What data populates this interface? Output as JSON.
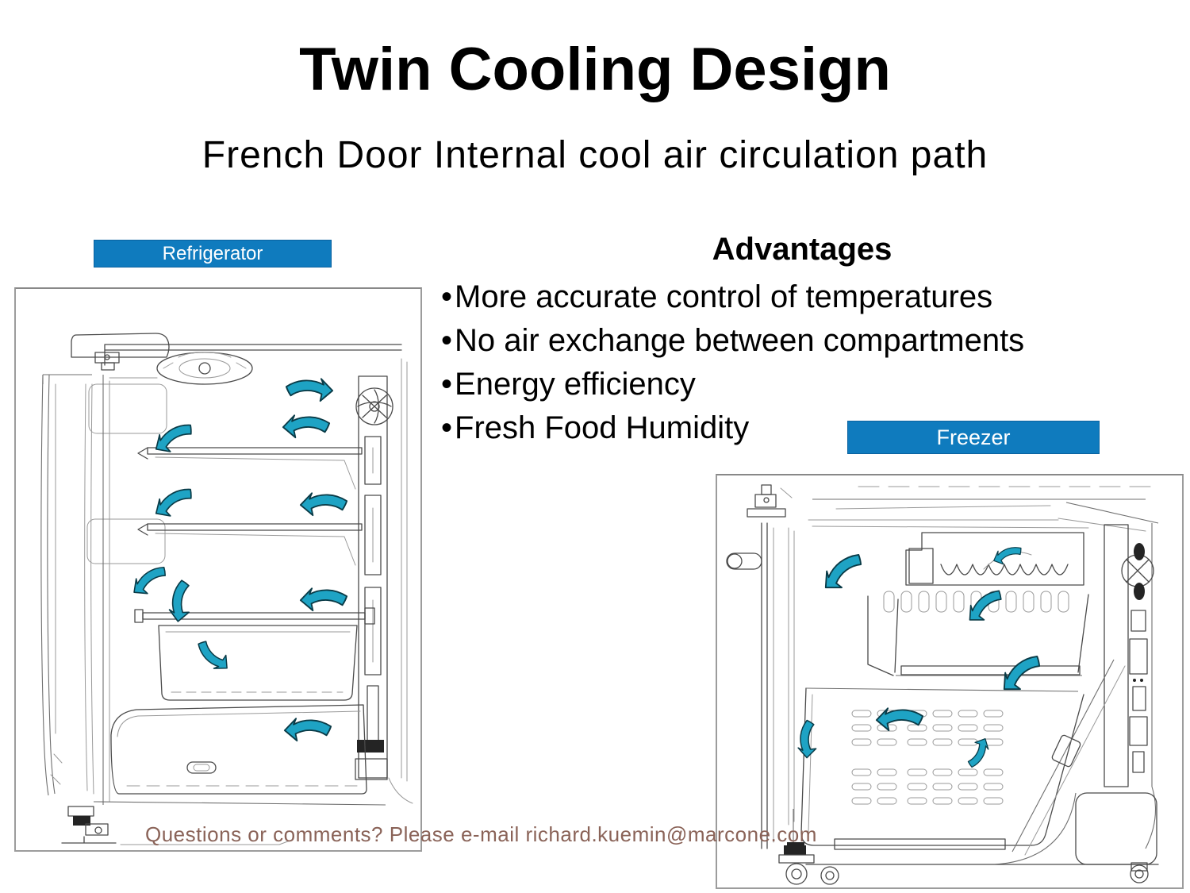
{
  "slide": {
    "title": "Twin Cooling Design",
    "subtitle": "French Door Internal cool air circulation path",
    "footer_note": "Questions or comments? Please e-mail richard.kuemin@marcone.com"
  },
  "compartment_labels": {
    "refrigerator": "Refrigerator",
    "freezer": "Freezer"
  },
  "advantages": {
    "heading": "Advantages",
    "items": [
      "More accurate control of temperatures",
      "No air exchange between compartments",
      "Energy efficiency",
      "Fresh Food Humidity"
    ]
  },
  "colors": {
    "compartment_label_bg": "#0f7bbe",
    "airflow_arrow_fill": "#1ea3c4",
    "footer_text": "#8a6358",
    "diagram_line": "#4a4a4a"
  },
  "icons": {
    "airflow_arrow": "curved-teal-arrow"
  }
}
